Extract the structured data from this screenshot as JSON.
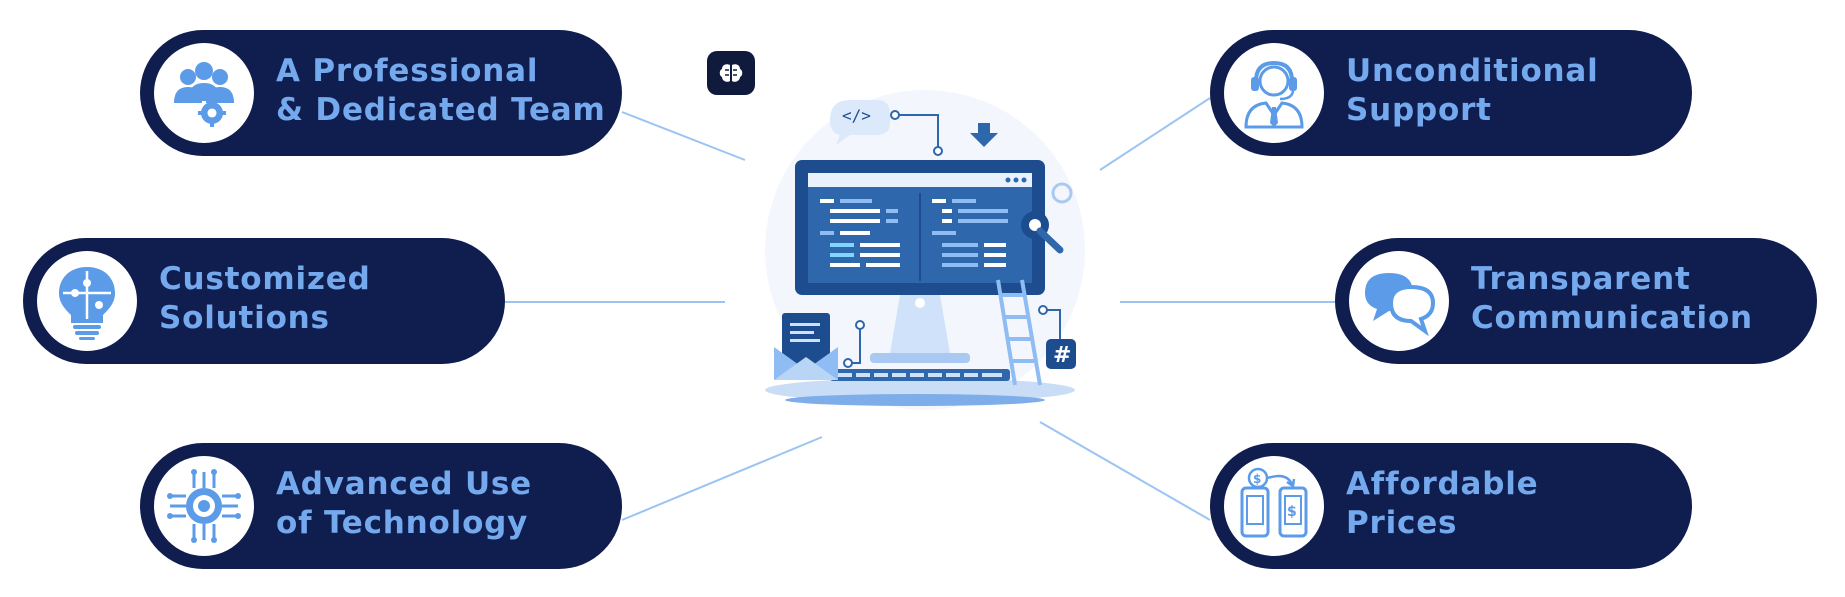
{
  "colors": {
    "pill_bg": "#0f1d4f",
    "label_text": "#74a9ee",
    "connector": "#9cc4f2",
    "icon_fill": "#5b9be8"
  },
  "features": {
    "team": {
      "line1": "A Professional",
      "line2": "& Dedicated Team",
      "icon": "team-gear-icon"
    },
    "solutions": {
      "line1": "Customized",
      "line2": "Solutions",
      "icon": "puzzle-bulb-icon"
    },
    "technology": {
      "line1": "Advanced Use",
      "line2": "of Technology",
      "icon": "chip-gear-icon"
    },
    "support": {
      "line1": "Unconditional",
      "line2": "Support",
      "icon": "headset-agent-icon"
    },
    "communication": {
      "line1": "Transparent",
      "line2": "Communication",
      "icon": "chat-bubbles-icon"
    },
    "prices": {
      "line1": "Affordable",
      "line2": "Prices",
      "icon": "phone-dollar-icon"
    }
  },
  "center": {
    "code_tag": "</>",
    "hashtag": "#",
    "badge_icon": "brain-icon"
  }
}
